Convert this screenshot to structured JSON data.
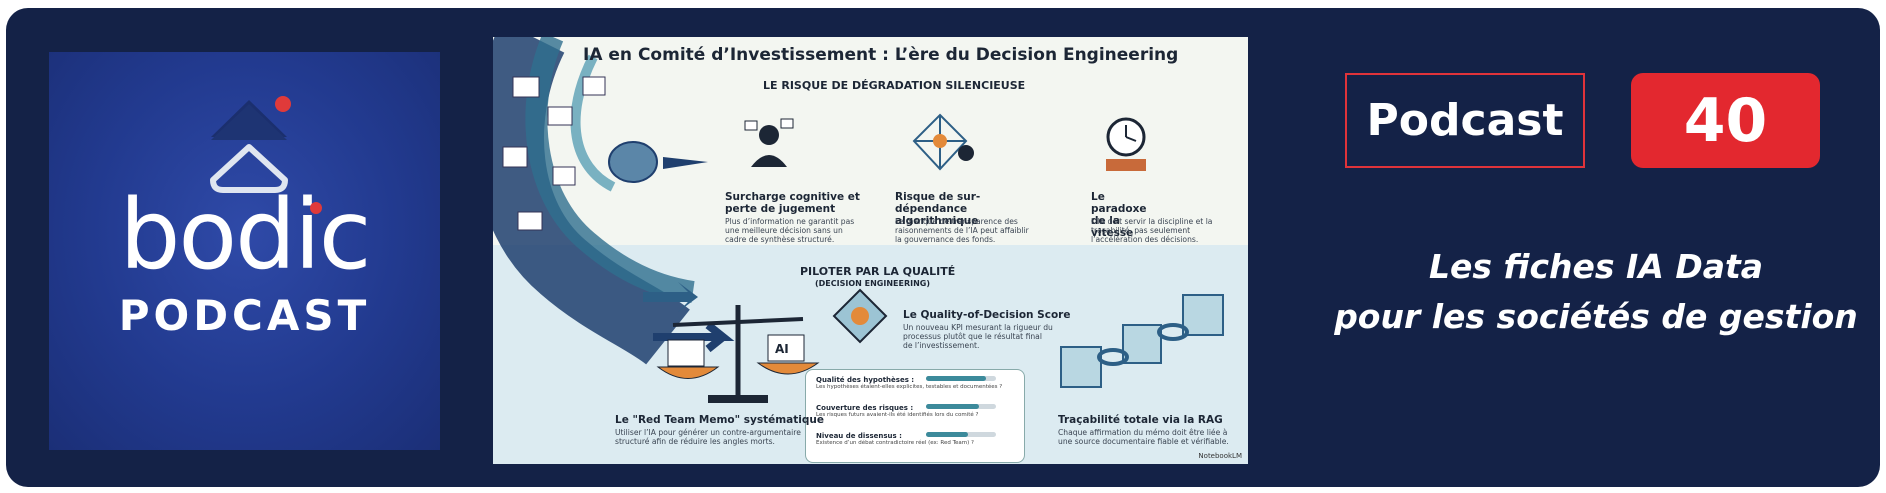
{
  "logo": {
    "word": "bodic",
    "sub": "PODCAST",
    "colors": {
      "tile": "#223a8f",
      "dot": "#e03a3a"
    }
  },
  "infographic": {
    "title": "IA en Comité d’Investissement : L’ère du Decision Engineering",
    "section1": "LE RISQUE DE DÉGRADATION SILENCIEUSE",
    "risks": [
      {
        "title": "Surcharge cognitive et perte de jugement",
        "text": "Plus d’information ne garantit pas une meilleure décision sans un cadre de synthèse structuré."
      },
      {
        "title": "Risque de sur-dépendance algorithmique",
        "text": "Le manque de transparence des raisonnements de l’IA peut affaiblir la gouvernance des fonds."
      },
      {
        "title": "Le paradoxe de la vitesse",
        "text": "L’IA doit servir la discipline et la traçabilité, pas seulement l’accélération des décisions."
      }
    ],
    "section2": "PILOTER PAR LA QUALITÉ",
    "section2_sub": "(DECISION ENGINEERING)",
    "qod": {
      "title": "Le Quality-of-Decision Score",
      "text": "Un nouveau KPI mesurant la rigueur du processus plutôt que le résultat final de l’investissement."
    },
    "memo_label": "AI",
    "criteria": [
      {
        "title": "Qualité des hypothèses :",
        "desc": "Les hypothèses étaient-elles explicites, testables et documentées ?",
        "level": 0.85
      },
      {
        "title": "Couverture des risques :",
        "desc": "Les risques futurs avaient-ils été identifiés lors du comité ?",
        "level": 0.75
      },
      {
        "title": "Niveau de dissensus :",
        "desc": "Existence d’un débat contradictoire réel (ex: Red Team) ?",
        "level": 0.6
      }
    ],
    "redteam": {
      "title": "Le \"Red Team Memo\" systématique",
      "text": "Utiliser l’IA pour générer un contre-argumentaire structuré afin de réduire les angles morts."
    },
    "rag": {
      "title": "Traçabilité totale via la RAG",
      "text": "Chaque affirmation du mémo doit être liée à une source documentaire fiable et vérifiable."
    },
    "watermark": "NotebookLM"
  },
  "badge": {
    "label": "Podcast",
    "number": "40",
    "accent": "#e3282f"
  },
  "tagline": {
    "line1": "Les fiches IA Data",
    "line2": "pour les sociétés de gestion"
  },
  "colors": {
    "background": "#142247",
    "white": "#ffffff"
  }
}
